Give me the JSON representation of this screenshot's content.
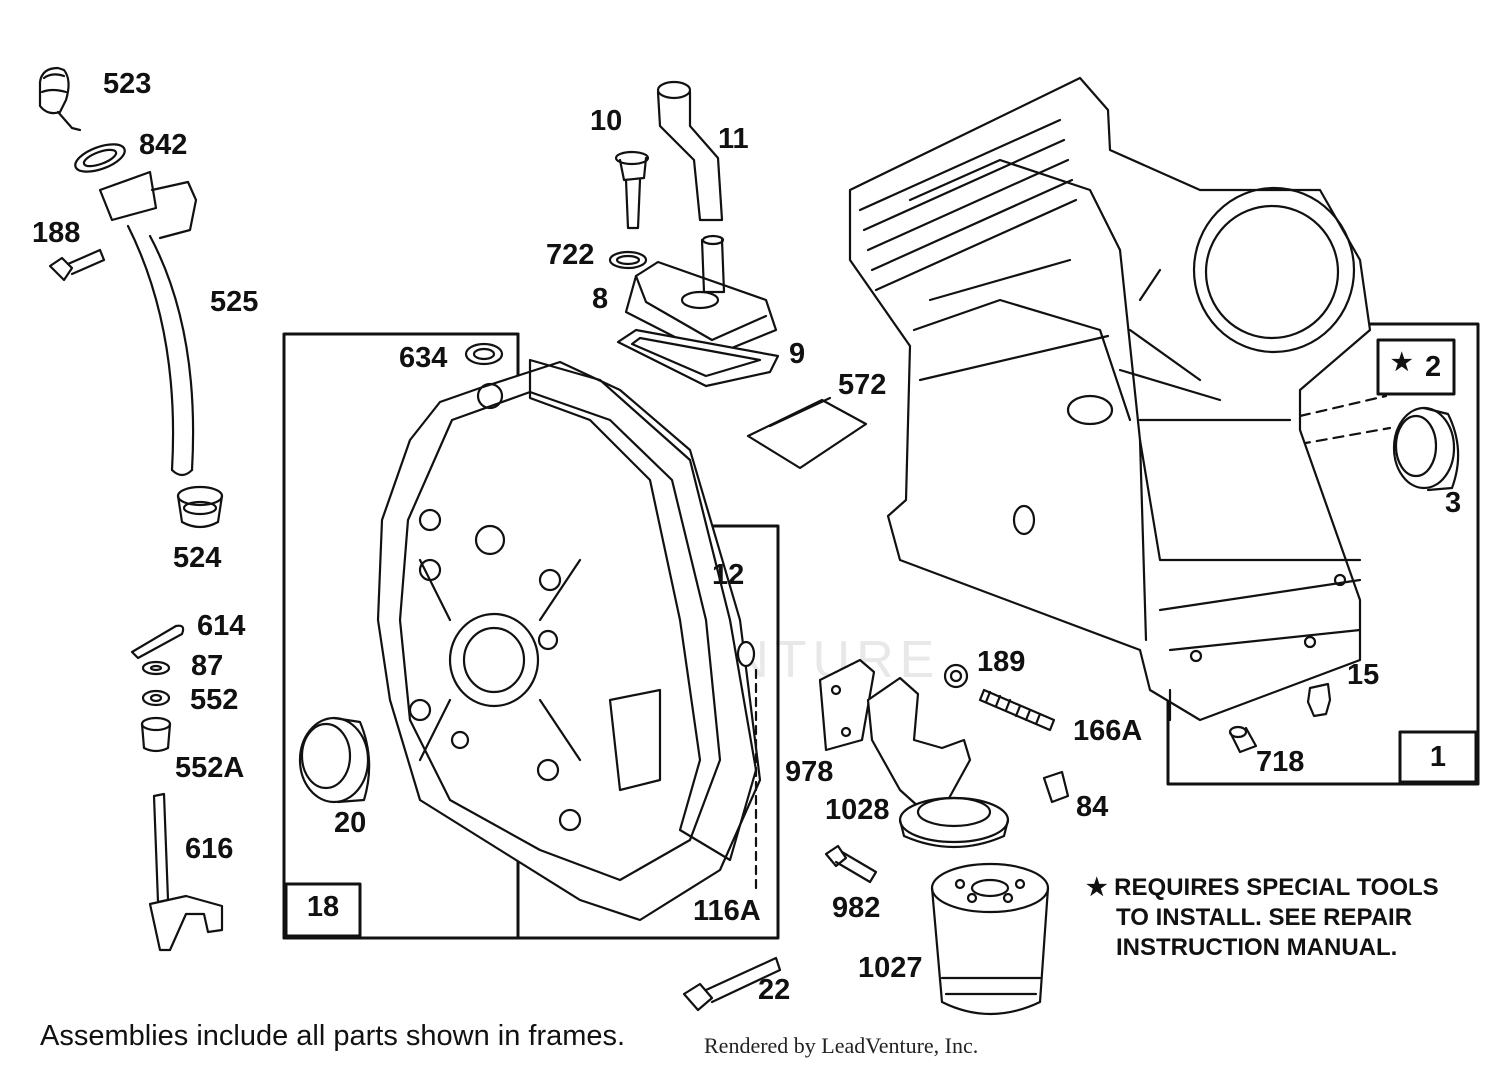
{
  "labels": {
    "p523": "523",
    "p842": "842",
    "p188": "188",
    "p525": "525",
    "p524": "524",
    "p614": "614",
    "p87": "87",
    "p552": "552",
    "p552a": "552A",
    "p616": "616",
    "p10": "10",
    "p11": "11",
    "p722": "722",
    "p8": "8",
    "p9": "9",
    "p572": "572",
    "p634": "634",
    "p12": "12",
    "p20": "20",
    "p116a": "116A",
    "p22": "22",
    "p978": "978",
    "p1028": "1028",
    "p982": "982",
    "p1027": "1027",
    "p189": "189",
    "p166a": "166A",
    "p84": "84",
    "p15": "15",
    "p718": "718",
    "p3": "3"
  },
  "frames": {
    "frame18": "18",
    "frame1": "1",
    "frame2_star": "★",
    "frame2_num": "2"
  },
  "note": {
    "line1": "★ REQUIRES SPECIAL TOOLS",
    "line2": "TO INSTALL.  SEE REPAIR",
    "line3": "INSTRUCTION MANUAL."
  },
  "footer": {
    "assemblies": "Assemblies include all parts shown in frames.",
    "rendered_by": "Rendered by LeadVenture, Inc."
  },
  "watermark": "LEADVENTURE"
}
